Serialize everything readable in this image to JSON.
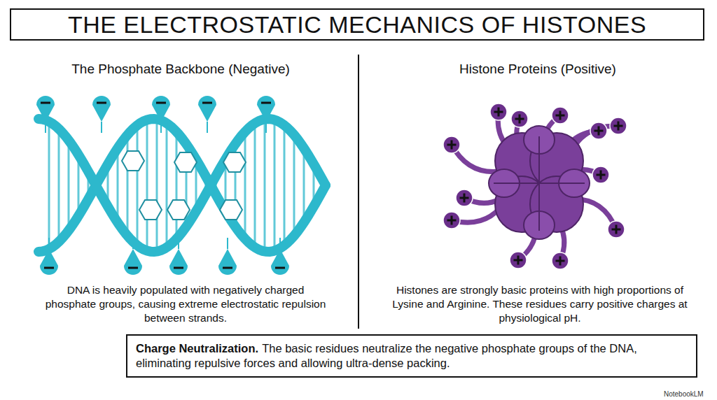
{
  "diagram": {
    "title": "THE ELECTROSTATIC MECHANICS OF HISTONES",
    "nodes": [
      {
        "text": [
          "Charge Neutralization.",
          "The basic residues neutralize the negative phosphate groups of the DNA, eliminating repulsive forces and allowing ultra-dense packing."
        ]
      }
    ],
    "labels": [
      "The Phosphate Backbone (Negative)",
      "DNA is heavily populated with negatively charged phosphate groups, causing extreme electrostatic repulsion between strands.",
      "Histone Proteins (Positive)",
      "Histones are strongly basic proteins with high proportions of Lysine and Arginine. These residues carry positive charges at physiological pH.",
      "NotebookLM"
    ]
  }
}
